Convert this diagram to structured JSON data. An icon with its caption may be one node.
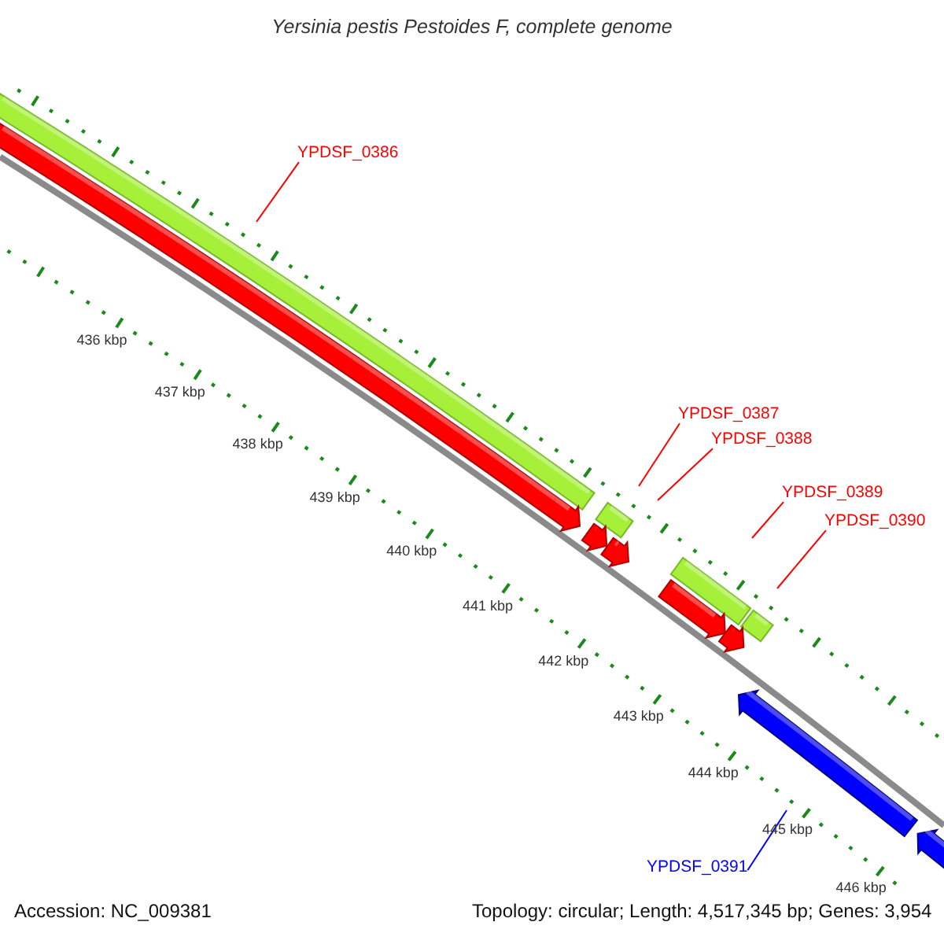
{
  "diagram": {
    "title": "Yersinia pestis Pestoides F, complete genome",
    "nodes": [
      {
        "text": [
          "YPDSF_0386"
        ]
      },
      {
        "text": [
          "YPDSF_0387"
        ]
      },
      {
        "text": [
          "YPDSF_0388"
        ]
      },
      {
        "text": [
          "YPDSF_0389"
        ]
      },
      {
        "text": [
          "YPDSF_0390"
        ]
      },
      {
        "text": [
          "YPDSF_0391"
        ]
      }
    ],
    "edges": [
      {
        "from": 0,
        "to": null,
        "arrow": "none"
      },
      {
        "from": 1,
        "to": null,
        "arrow": "none"
      },
      {
        "from": 2,
        "to": null,
        "arrow": "none"
      },
      {
        "from": 3,
        "to": null,
        "arrow": "none"
      },
      {
        "from": 4,
        "to": null,
        "arrow": "none"
      },
      {
        "from": 5,
        "to": null,
        "arrow": "none",
        "color": "#0000ff"
      }
    ],
    "labels": [
      "436 kbp",
      "437 kbp",
      "438 kbp",
      "439 kbp",
      "440 kbp",
      "441 kbp",
      "442 kbp",
      "443 kbp",
      "444 kbp",
      "445 kbp",
      "446 kbp",
      "Accession: NC_009381",
      "Topology: circular; Length: 4,517,345 bp; Genes: 3,954"
    ]
  }
}
